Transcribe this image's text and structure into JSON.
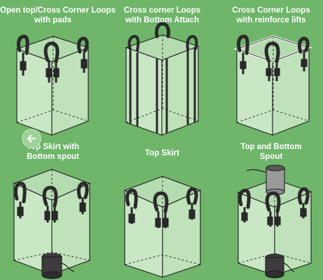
{
  "colors": {
    "background": "#6fb56a",
    "bag_face": "#c9e7c5",
    "bag_face_dark": "#b5dcb0",
    "bag_stroke": "#1f1f1f",
    "loop": "#2a2a2a",
    "spout": "#3c3c3c",
    "caption": "#ffffff",
    "back_button": "#9fd297"
  },
  "back_button": {
    "icon": "arrow-left-icon"
  },
  "captions": [
    {
      "id": "c1",
      "lines": [
        "Open top/Cross Corner Loops",
        "with pads"
      ]
    },
    {
      "id": "c2",
      "lines": [
        "Cross corner Loops",
        "with Bottom Attach"
      ]
    },
    {
      "id": "c3",
      "lines": [
        "Cross Corner Loops",
        "with reinforce lifts"
      ]
    },
    {
      "id": "c4",
      "lines": [
        "Top Skirt with",
        "Bottom spout"
      ]
    },
    {
      "id": "c5",
      "lines": [
        "Top Skirt"
      ]
    },
    {
      "id": "c6",
      "lines": [
        "Top and Bottom",
        "Spout"
      ]
    }
  ]
}
